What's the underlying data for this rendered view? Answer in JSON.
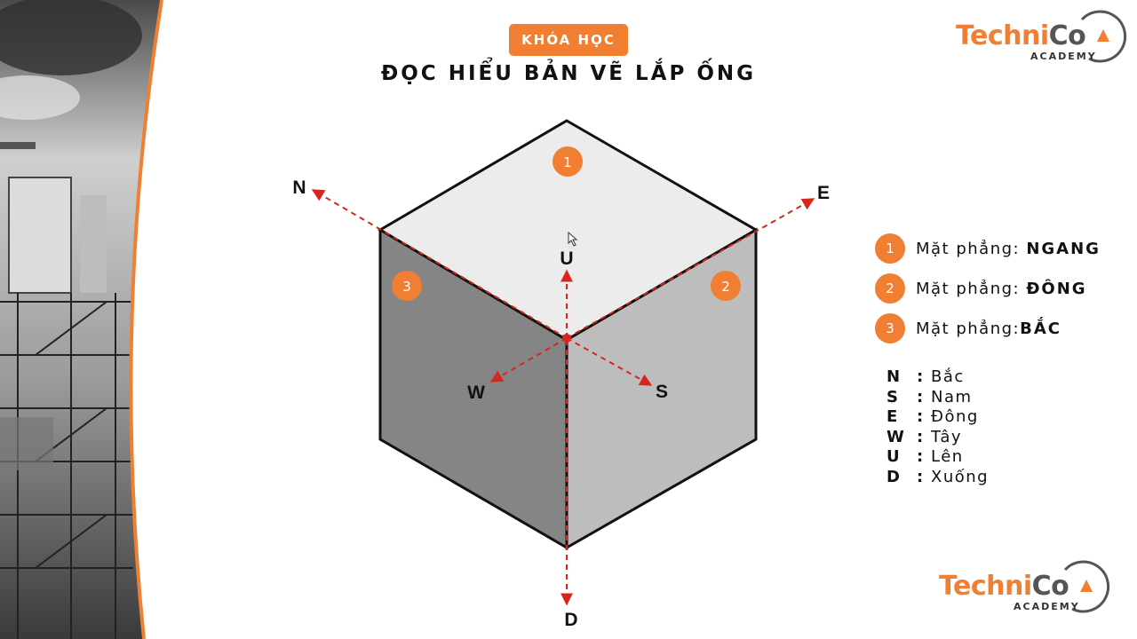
{
  "header": {
    "badge": "KHÓA HỌC",
    "title": "ĐỌC HIỂU BẢN VẼ LẮP ỐNG"
  },
  "logo": {
    "brand_main": "Techni",
    "brand_co": "Co",
    "subtitle": "ACADEMY"
  },
  "diagram": {
    "faces": [
      {
        "number": "1",
        "color": "#ececec"
      },
      {
        "number": "2",
        "color": "#bdbdbd"
      },
      {
        "number": "3",
        "color": "#858585"
      }
    ],
    "directions": {
      "N": "N",
      "E": "E",
      "U": "U",
      "W": "W",
      "S": "S",
      "D": "D"
    },
    "axis_color": "#d9261c"
  },
  "legend": [
    {
      "number": "1",
      "label": "Mặt phẳng: ",
      "value": "NGANG"
    },
    {
      "number": "2",
      "label": "Mặt phẳng: ",
      "value": "ĐÔNG"
    },
    {
      "number": "3",
      "label": "Mặt phẳng:",
      "value": "BẮC"
    }
  ],
  "directions_list": [
    {
      "key": "N",
      "value": "Bắc"
    },
    {
      "key": "S",
      "value": "Nam"
    },
    {
      "key": "E",
      "value": "Đông"
    },
    {
      "key": "W",
      "value": "Tây"
    },
    {
      "key": "U",
      "value": "Lên"
    },
    {
      "key": "D",
      "value": "Xuống"
    }
  ],
  "colors": {
    "accent": "#f07f33"
  }
}
